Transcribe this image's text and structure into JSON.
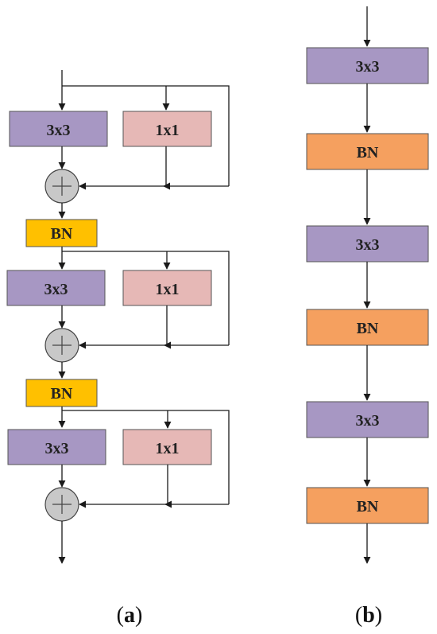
{
  "colors": {
    "conv3x3": "#a797c3",
    "conv1x1": "#e6b8b6",
    "bn_a": "#ffc000",
    "bn_b": "#f5a05f",
    "adder": "#c8c8c8"
  },
  "panel_a": {
    "blocks": [
      {
        "conv3": "3x3",
        "conv1": "1x1",
        "add_icon": "plus-circle-icon",
        "bn": "BN"
      },
      {
        "conv3": "3x3",
        "conv1": "1x1",
        "add_icon": "plus-circle-icon",
        "bn": "BN"
      },
      {
        "conv3": "3x3",
        "conv1": "1x1",
        "add_icon": "plus-circle-icon"
      }
    ],
    "caption": {
      "open": "(",
      "letter": "a",
      "close": ")"
    }
  },
  "panel_b": {
    "layers": [
      "3x3",
      "BN",
      "3x3",
      "BN",
      "3x3",
      "BN"
    ],
    "caption": {
      "open": "(",
      "letter": "b",
      "close": ")"
    }
  }
}
